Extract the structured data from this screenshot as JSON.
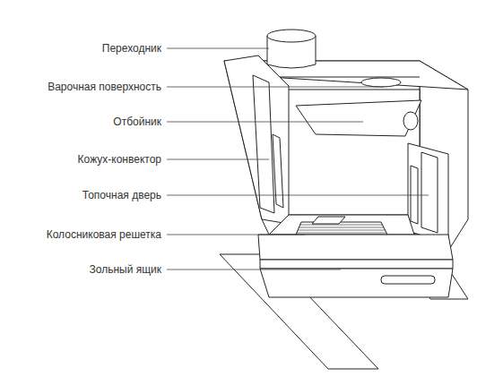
{
  "diagram": {
    "labels": [
      "Переходник",
      "Варочная поверхность",
      "Отбойник",
      "Кожух-конвектор",
      "Топочная дверь",
      "Колосниковая решетка",
      "Зольный ящик"
    ]
  }
}
